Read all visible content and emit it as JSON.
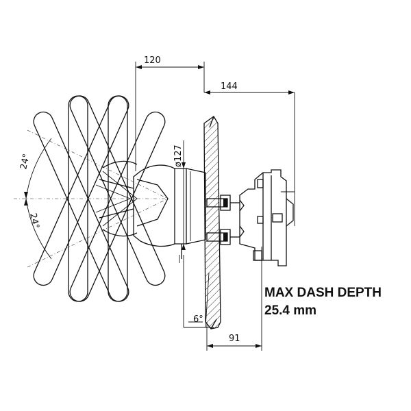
{
  "dimensions": {
    "top_width": "120",
    "depth_behind": "144",
    "hub_diameter": "ø127",
    "angle_upper": "24°",
    "angle_lower": "24°",
    "dash_tilt": "6°",
    "bottom_depth": "91"
  },
  "note": {
    "line1": "MAX DASH DEPTH",
    "line2": "25.4 mm"
  }
}
